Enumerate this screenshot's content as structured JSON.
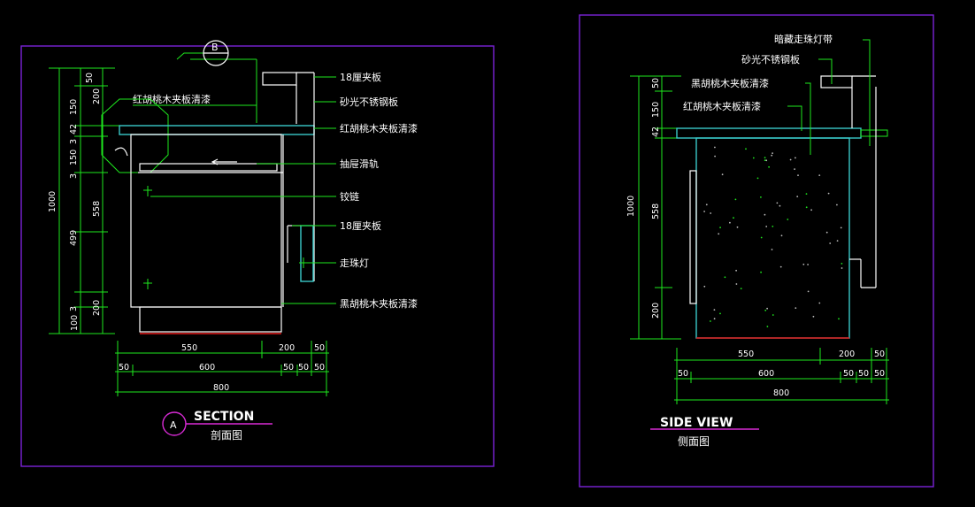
{
  "colors": {
    "background": "#000000",
    "frame": "#7b22d8",
    "dimension": "#1ee81e",
    "outline": "#ffffff",
    "surface": "#39c9c9",
    "base": "#e01818",
    "symbol": "#d92bd6"
  },
  "section": {
    "title": "SECTION",
    "subtitle": "剖面图",
    "marker": "A",
    "callout": "B",
    "leaders": [
      "18厘夹板",
      "砂光不锈钢板",
      "红胡桃木夹板清漆",
      "抽屉滑轨",
      "铰链",
      "18厘夹板",
      "走珠灯",
      "黑胡桃木夹板清漆"
    ],
    "top_leader": "红胡桃木夹板清漆",
    "vdims_outer": [
      "1000",
      "100"
    ],
    "vdims_inner": [
      "200",
      "150",
      "42",
      "3",
      "150",
      "3",
      "558",
      "499",
      "3",
      "200"
    ],
    "vdims_top": [
      "50"
    ],
    "hdims_row1": [
      "550",
      "200",
      "50"
    ],
    "hdims_row2": [
      "50",
      "600",
      "50",
      "50",
      "50"
    ],
    "hdims_total": "800"
  },
  "side": {
    "title": "SIDE VIEW",
    "subtitle": "侧面图",
    "leaders": [
      "暗藏走珠灯带",
      "砂光不锈钢板",
      "黑胡桃木夹板清漆",
      "红胡桃木夹板清漆"
    ],
    "vdims_outer": [
      "1000"
    ],
    "vdims_inner": [
      "50",
      "150",
      "42",
      "558",
      "200"
    ],
    "hdims_row1": [
      "550",
      "200",
      "50"
    ],
    "hdims_row2": [
      "50",
      "600",
      "50",
      "50",
      "50"
    ],
    "hdims_total": "800"
  }
}
